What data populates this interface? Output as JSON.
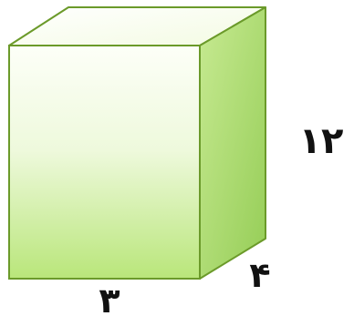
{
  "figure": {
    "shape": "rectangular-prism",
    "dimensions": {
      "height": "۱۲",
      "depth": "۴",
      "width": "۳"
    },
    "colors": {
      "front_face_light": "#fdfff8",
      "front_face_dark": "#b9e67a",
      "top_face": "#f9fdf0",
      "side_face_light": "#c7ea92",
      "side_face_dark": "#95cd56",
      "edge": "#6b9a2a",
      "label": "#111111"
    }
  }
}
